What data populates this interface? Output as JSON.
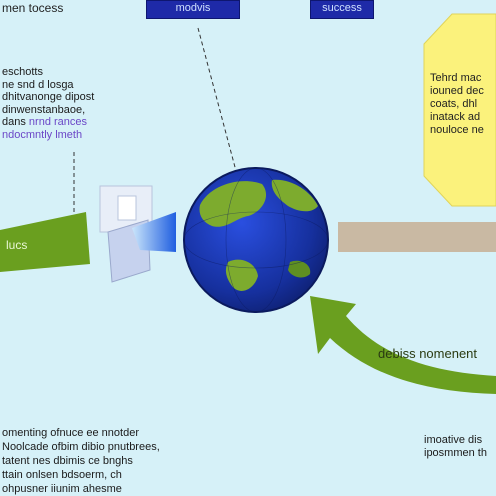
{
  "header": {
    "top_left_label": "men tocess",
    "tab_left": "modvis",
    "tab_right": "success"
  },
  "left_paragraph": {
    "lines": [
      "eschotts",
      "ne snd d losga",
      "dhitvanonge dipost",
      "dinwenstanbaoe,",
      "dans"
    ],
    "highlight_1": "nrnd rances",
    "highlight_2": "ndocmntly lmeth"
  },
  "note": {
    "lines": [
      "Tehrd mac",
      "iouned dec",
      "coats, dhl",
      "inatack ad",
      "nouloce ne"
    ]
  },
  "left_arrow_label": "lucs",
  "right_arrow_label": "debiss nomenent",
  "bottom_left_paragraph": {
    "lines": [
      "omenting ofnuce ee nnotder",
      "Noolcade ofbim dibio pnutbrees,",
      "tatent nes dbimis ce bnghs",
      "ttain onlsen bdsoerm, ch",
      "ohpusner iiunim ahesme"
    ]
  },
  "bottom_right_paragraph": {
    "lines": [
      "imoative dis",
      "iposmmen th"
    ]
  },
  "colors": {
    "background": "#d6f1f8",
    "arrow_green": "#6a9f1f",
    "globe_ocean": "#1833b8",
    "globe_land": "#7dab2e",
    "note_yellow": "#fbf27c",
    "tab_blue": "#1e2aa8",
    "beige_bar": "#c9b9a3"
  }
}
